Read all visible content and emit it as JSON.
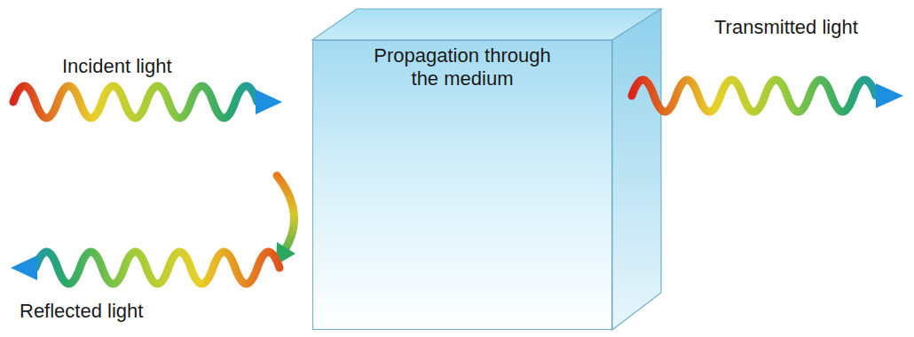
{
  "diagram": {
    "nodes": [
      {
        "text": [
          "Propagation through the medium"
        ]
      }
    ],
    "labels": [
      "Incident light",
      "Reflected light",
      "Transmitted light"
    ]
  }
}
